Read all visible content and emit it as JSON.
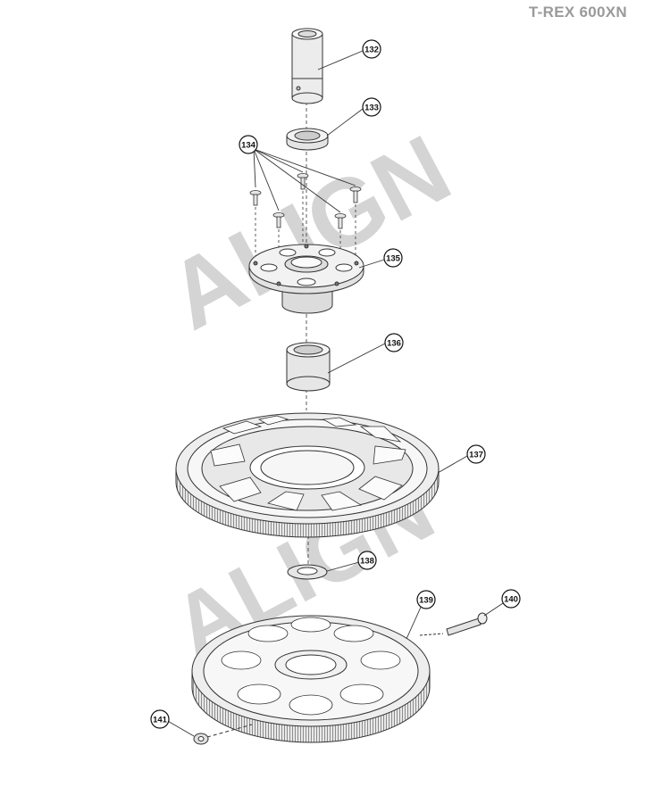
{
  "title": "T-REX 600XN",
  "watermark": "ALIGN",
  "callouts": [
    {
      "id": "c132",
      "label": "132"
    },
    {
      "id": "c133",
      "label": "133"
    },
    {
      "id": "c134",
      "label": "134"
    },
    {
      "id": "c135",
      "label": "135"
    },
    {
      "id": "c136",
      "label": "136"
    },
    {
      "id": "c137",
      "label": "137"
    },
    {
      "id": "c138",
      "label": "138"
    },
    {
      "id": "c139",
      "label": "139"
    },
    {
      "id": "c140",
      "label": "140"
    },
    {
      "id": "c141",
      "label": "141"
    }
  ],
  "colors": {
    "line": "#333333",
    "part_fill": "#ececec",
    "watermark": "#d4d4d4",
    "title": "#9a9a9a"
  }
}
